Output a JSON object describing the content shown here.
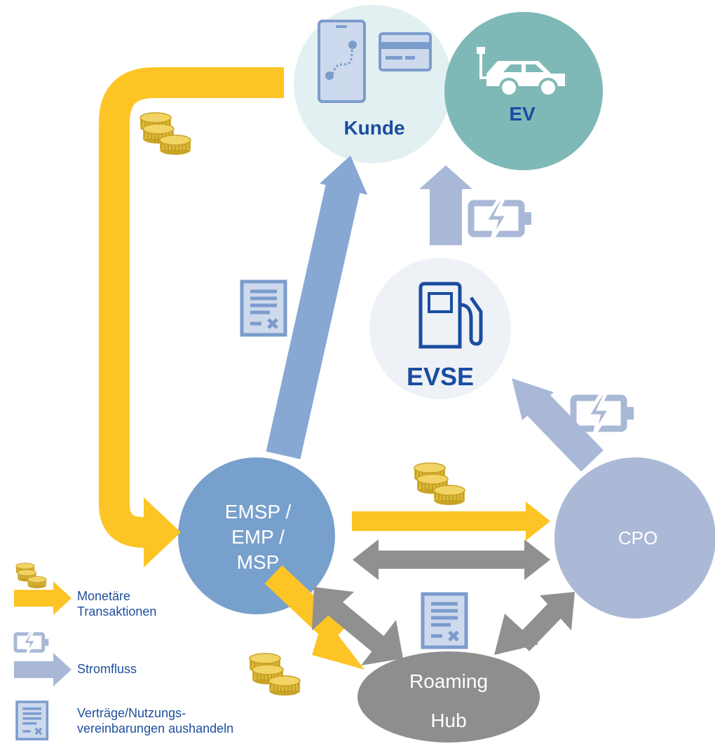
{
  "nodes": {
    "kunde": {
      "label": "Kunde"
    },
    "ev": {
      "label": "EV"
    },
    "evse": {
      "label": "EVSE"
    },
    "emsp": {
      "label_lines": [
        "EMSP /",
        "EMP /",
        "MSP"
      ]
    },
    "cpo": {
      "label": "CPO"
    },
    "roaming_hub": {
      "label_lines": [
        "Roaming",
        "Hub"
      ]
    }
  },
  "legend": {
    "monetary": {
      "line1": "Monetäre",
      "line2": "Transaktionen"
    },
    "power": {
      "label": "Stromfluss"
    },
    "contracts": {
      "line1": "Verträge/Nutzungs-",
      "line2": "vereinbarungen aushandeln"
    }
  },
  "colors": {
    "money_arrow": "#fdc425",
    "power_arrow": "#a9b8d6",
    "contract_arrow": "#88a8d4",
    "data_arrow": "#909090",
    "kunde_fill": "#e3f0f1",
    "ev_fill": "#7fb9b7",
    "evse_fill": "#eef1f6",
    "emsp_fill": "#78a0cc",
    "cpo_fill": "#abb9d7",
    "hub_fill": "#8e8e8e",
    "label_blue": "#1a4da0"
  },
  "icons": [
    "coins-icon",
    "battery-icon",
    "contract-document-icon",
    "smartphone-map-icon",
    "credit-card-icon",
    "car-icon",
    "fuel-pump-icon"
  ]
}
